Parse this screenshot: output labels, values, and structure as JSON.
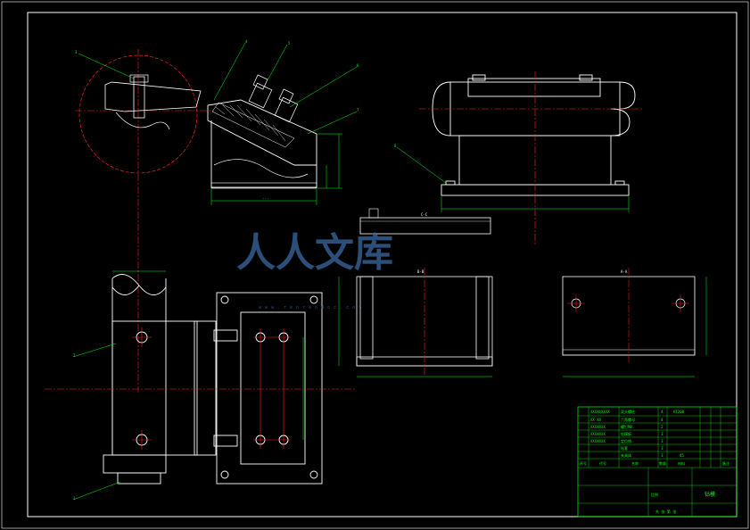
{
  "drawing": {
    "background": "#000000",
    "line_color": "#ffffff",
    "center_color": "#ff2020",
    "dim_color": "#00ff00",
    "leader_color": "#00ff00",
    "section_labels": {
      "cc": "C-C",
      "bb": "B-B",
      "aa": "A-A"
    },
    "balloons": [
      "3",
      "4",
      "5",
      "6",
      "7",
      "8",
      "2",
      "1"
    ]
  },
  "watermark": {
    "main": "人人文库",
    "sub": "www.renrendoc.com",
    "color": "#3a6aa0"
  },
  "title_block": {
    "parts_list": [
      {
        "code": "XXXXXXXXX",
        "name": "双头螺柱",
        "qty": "4",
        "material": "HT200"
      },
      {
        "code": "XX-XX",
        "name": "六角螺母",
        "qty": "4",
        "material": ""
      },
      {
        "code": "XXXXXXX",
        "name": "螺钉M8",
        "qty": "2",
        "material": ""
      },
      {
        "code": "XXXXXXX",
        "name": "钻模板",
        "qty": "1",
        "material": ""
      },
      {
        "code": "XXXXXXX",
        "name": "定位销",
        "qty": "1",
        "material": ""
      },
      {
        "code": "",
        "name": "钻套",
        "qty": "1",
        "material": ""
      },
      {
        "code": "",
        "name": "夹具体",
        "qty": "1",
        "material": "45"
      }
    ],
    "header": [
      "序号",
      "代号",
      "名称",
      "数量",
      "材料",
      "备注"
    ],
    "drawing_name": "钻模",
    "scale_label": "比例",
    "sheet_label": "共 张 第 张"
  }
}
